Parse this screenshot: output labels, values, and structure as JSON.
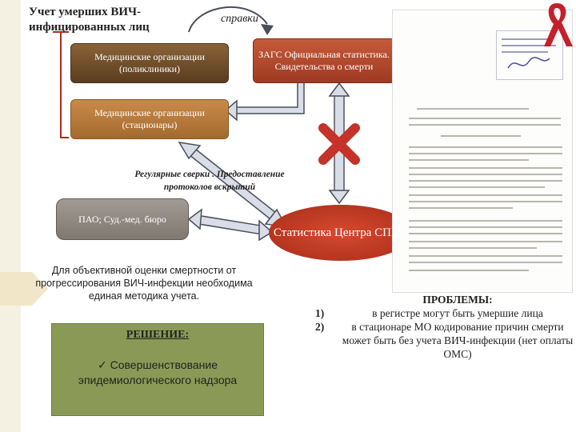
{
  "title": "Учет умерших ВИЧ-инфицированных лиц",
  "spravki": "справки",
  "boxes": {
    "polyclinic": "Медицинские организации (поликлиники)",
    "zags": "ЗАГС Официальная статистика. Свидетельства о смерти",
    "hospital": "Медицинские организации (стационары)",
    "pao": "ПАО; Суд.-мед. бюро",
    "aids_center": "Статистика Центра СПИД"
  },
  "reconciliation": "Регулярные сверки . Предоставление протоколов вскрытий",
  "objective": "Для объективной оценки смертности от прогрессирования ВИЧ-инфекции необходима единая методика учета.",
  "solution": {
    "heading": "РЕШЕНИЕ:",
    "check": "✓",
    "text": "Совершенствование эпидемиологического надзора"
  },
  "problems": {
    "heading": "ПРОБЛЕМЫ:",
    "items": [
      {
        "num": "1)",
        "text": "в регистре могут быть умершие лица"
      },
      {
        "num": "2)",
        "text": "в стационаре МО кодирование причин смерти может быть без учета ВИЧ-инфекции (нет оплаты ОМС)"
      }
    ]
  },
  "colors": {
    "brown": "#6e4a28",
    "red_box": "#b0452a",
    "orange": "#b57838",
    "gray": "#8e8780",
    "olive": "#8a9a56",
    "cross": "#c4322a",
    "arrow_fill": "#d8dde8",
    "arrow_stroke": "#4a4e5a"
  }
}
